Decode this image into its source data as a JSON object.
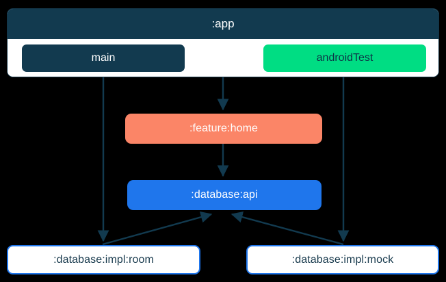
{
  "diagram": {
    "type": "module-dependency-graph",
    "title": ":app",
    "background_color": "#000000",
    "clusters": [
      {
        "id": "app",
        "label": ":app",
        "header_color": "#123a4f",
        "body_color": "#ffffff",
        "border_color": "#123447",
        "source_sets": [
          {
            "id": "main",
            "label": "main",
            "fill": "#123a4f",
            "text_color": "#ffffff"
          },
          {
            "id": "androidTest",
            "label": "androidTest",
            "fill": "#00dd83",
            "text_color": "#0d3246"
          }
        ]
      }
    ],
    "nodes": [
      {
        "id": "feature-home",
        "label": ":feature:home",
        "fill": "#fb8567",
        "text_color": "#ffffff"
      },
      {
        "id": "database-api",
        "label": ":database:api",
        "fill": "#1f76ec",
        "text_color": "#ffffff"
      },
      {
        "id": "database-impl-room",
        "label": ":database:impl:room",
        "fill": "#ffffff",
        "border": "#1f76ec",
        "text_color": "#17394c"
      },
      {
        "id": "database-impl-mock",
        "label": ":database:impl:mock",
        "fill": "#ffffff",
        "border": "#1f76ec",
        "text_color": "#17394c"
      }
    ],
    "edges": [
      {
        "id": "edge-app-to-feature-home",
        "from": "app",
        "to": "feature-home"
      },
      {
        "id": "edge-feature-home-to-database-api",
        "from": "feature-home",
        "to": "database-api"
      },
      {
        "id": "edge-main-to-database-impl-room",
        "from": "main",
        "to": "database-impl-room"
      },
      {
        "id": "edge-androidtest-to-database-impl-mock",
        "from": "androidTest",
        "to": "database-impl-mock"
      },
      {
        "id": "edge-database-impl-room-to-database-api",
        "from": "database-impl-room",
        "to": "database-api"
      },
      {
        "id": "edge-database-impl-mock-to-database-api",
        "from": "database-impl-mock",
        "to": "database-api"
      }
    ],
    "edge_color": "#123a4f"
  }
}
